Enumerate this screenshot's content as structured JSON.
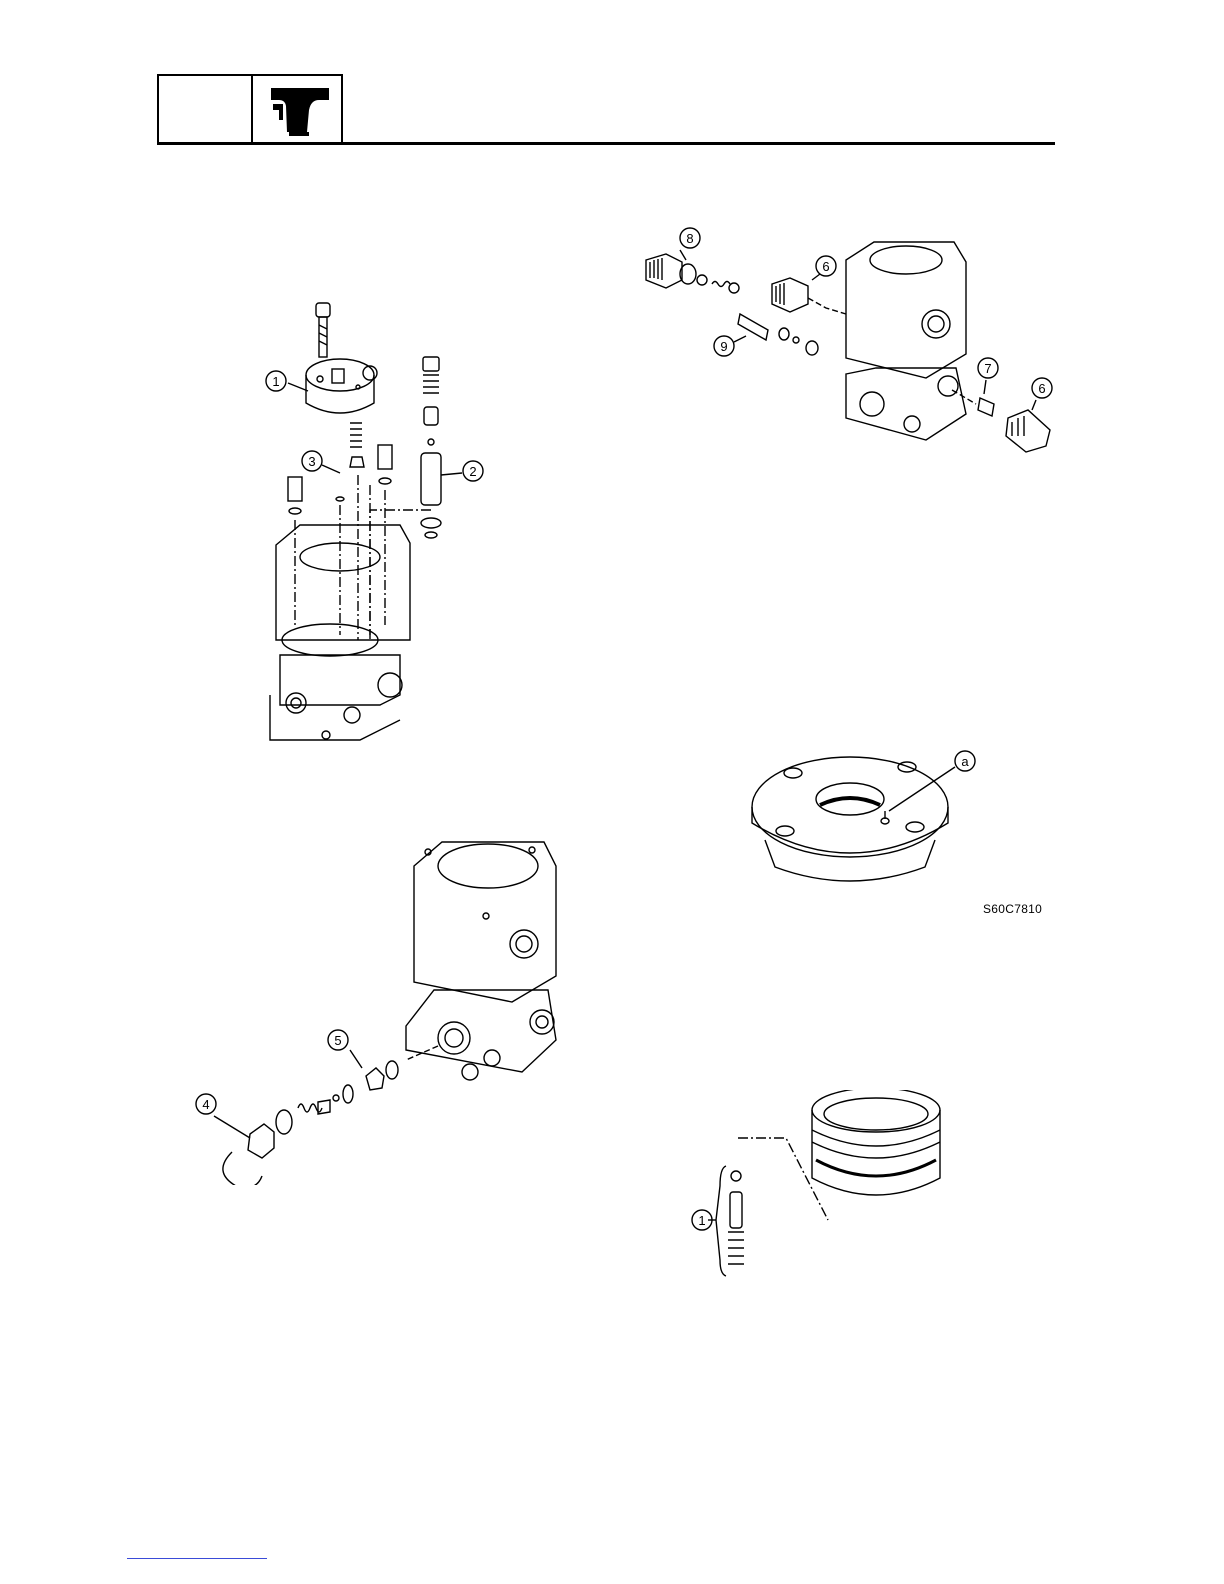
{
  "header": {
    "icon": "disassembly-tool-icon"
  },
  "figures": {
    "valve_top": {
      "callouts": [
        "1",
        "2",
        "3"
      ]
    },
    "valve_side": {
      "callouts": [
        "4",
        "5"
      ]
    },
    "valve_rear": {
      "callouts": [
        "8",
        "6",
        "9",
        "7",
        "6"
      ]
    },
    "cover": {
      "callouts": [
        "a"
      ]
    },
    "piston": {
      "callouts": [
        "1"
      ]
    }
  },
  "figure_code": "S60C7810"
}
